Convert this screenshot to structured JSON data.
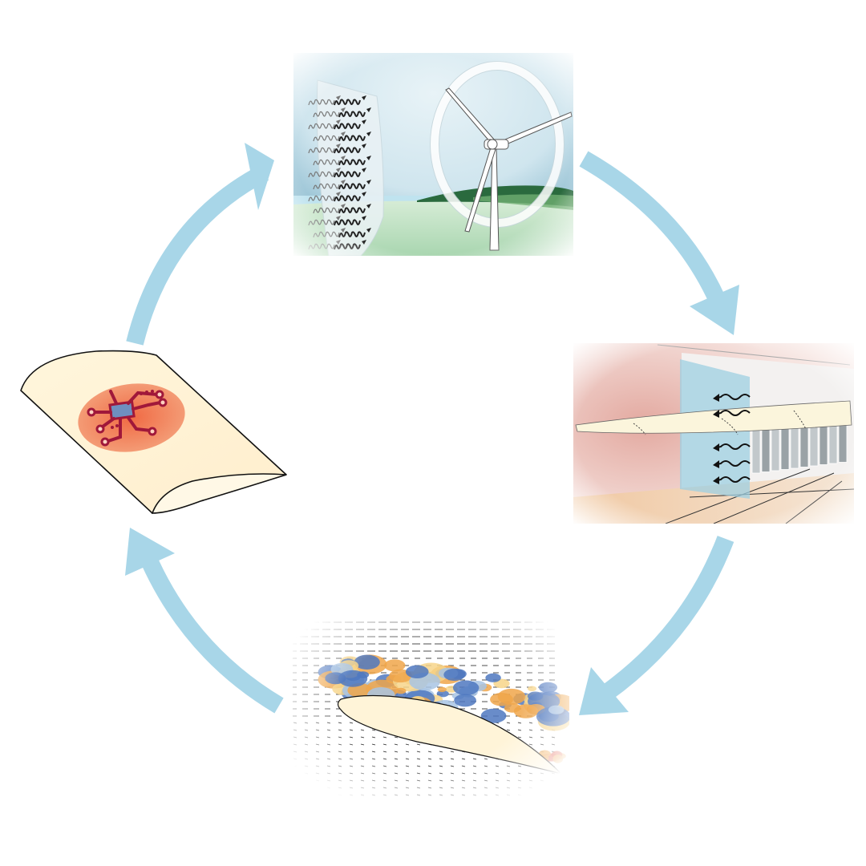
{
  "colors": {
    "arrow": "#a8d6e8",
    "background": "#ffffff",
    "sky": "#a9cfe0",
    "grass": "#b9dfc0",
    "hill": "#2a6a3e",
    "water": "#bfe3ef",
    "airfoil_fill": "#fff2d6",
    "airfoil_stroke": "#111111",
    "sensor_patch": "#ee6e4c",
    "circuit": "#a0183a",
    "chip": "#6f8fbf",
    "tunnel_wall": "#e3a9a0",
    "tunnel_floor": "#efd2b6",
    "flow_warm": "#f0a64a",
    "flow_cold": "#4f78bf"
  },
  "panels": [
    {
      "id": "wind-turbine-field",
      "icon": "wind-turbine-icon"
    },
    {
      "id": "wind-tunnel-experiment",
      "icon": "wind-tunnel-icon"
    },
    {
      "id": "flow-field-simulation",
      "icon": "flow-field-icon"
    },
    {
      "id": "sensor-airfoil",
      "icon": "circuit-icon"
    }
  ],
  "cycle_arrows": 4
}
